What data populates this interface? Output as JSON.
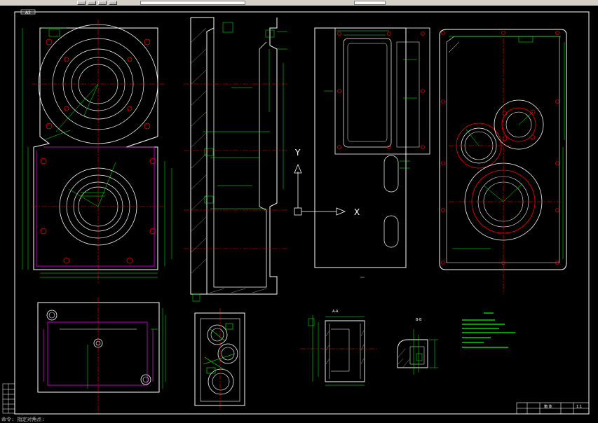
{
  "toolbar": {
    "buttons": [
      "new",
      "open",
      "save",
      "print"
    ]
  },
  "drawing": {
    "sheet_label": "A2",
    "axis_y_label": "Y",
    "axis_x_label": "X",
    "title_block": {
      "text_1": "箱 体",
      "text_2": "1:1"
    },
    "section_label_1": "A-A",
    "section_label_2": "B-B"
  },
  "status": {
    "text": "命令: 指定对角点:"
  },
  "colors": {
    "background": "#000000",
    "outline": "#ffffff",
    "dimension": "#00ff00",
    "centerline": "#ff0000",
    "hidden": "#ff00ff",
    "circle": "#ffffff",
    "ucs": "#ffffff"
  }
}
